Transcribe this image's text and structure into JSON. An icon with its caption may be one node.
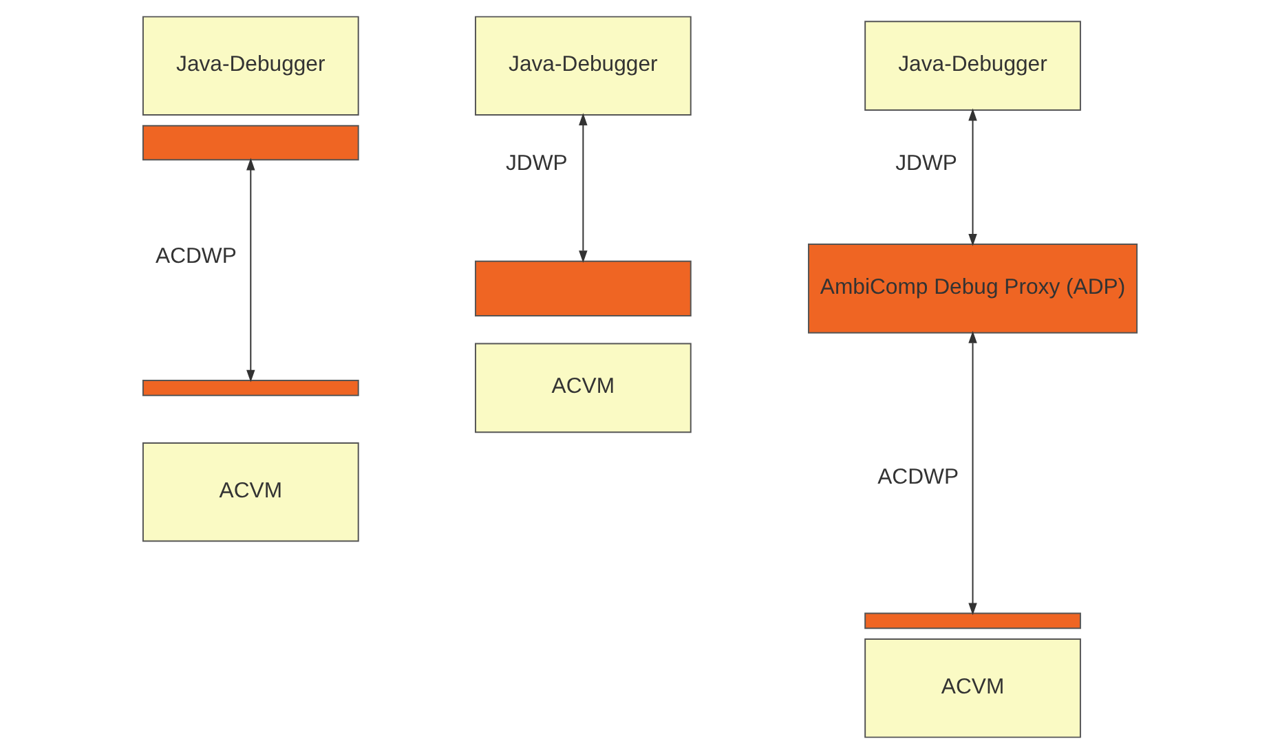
{
  "diagram": {
    "nodes": [
      {
        "text": [
          "Java-Debugger"
        ]
      },
      {
        "text": [],
        "shape": "bar"
      },
      {
        "text": [],
        "shape": "bar"
      },
      {
        "text": [
          "ACVM"
        ]
      },
      {
        "text": [
          "Java-Debugger"
        ]
      },
      {
        "text": [],
        "shape": "bar"
      },
      {
        "text": [
          "ACVM"
        ]
      },
      {
        "text": [
          "Java-Debugger"
        ]
      },
      {
        "text": [
          "AmbiComp Debug Proxy (ADP)"
        ]
      },
      {
        "text": [],
        "shape": "bar"
      },
      {
        "text": [
          "ACVM"
        ]
      }
    ],
    "edges": [
      {
        "from": 1,
        "to": 2,
        "arrow": "both",
        "label": "ACDWP"
      },
      {
        "from": 4,
        "to": 5,
        "arrow": "both",
        "label": "JDWP"
      },
      {
        "from": 7,
        "to": 8,
        "arrow": "both",
        "label": "JDWP"
      },
      {
        "from": 8,
        "to": 9,
        "arrow": "both",
        "label": "ACDWP"
      }
    ]
  }
}
